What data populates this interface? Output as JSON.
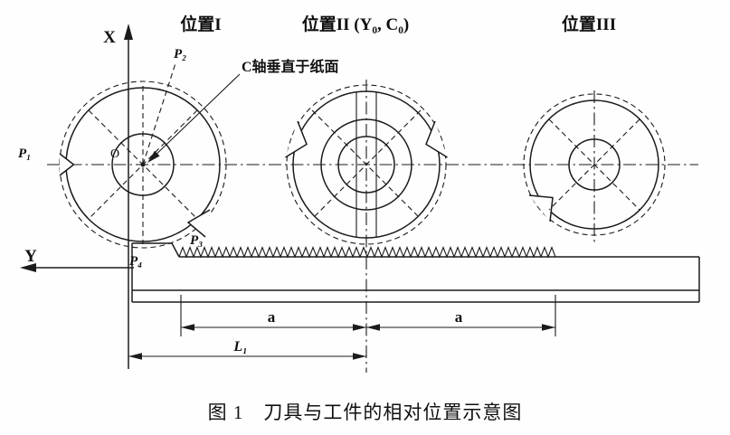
{
  "diagram": {
    "positions": {
      "pos1": "位置I",
      "pos2": "位置II (Y₀, C₀)",
      "pos3": "位置III"
    },
    "annotation": "C轴垂直于纸面",
    "axis": {
      "x": "X",
      "y": "Y",
      "origin": "O"
    },
    "points": {
      "p1": "P₁",
      "p2": "P₂",
      "p3": "P₃",
      "p4": "P₄"
    },
    "dims": {
      "a1": "a",
      "a2": "a",
      "l1": "L₁"
    }
  },
  "caption": "图 1　刀具与工件的相对位置示意图"
}
